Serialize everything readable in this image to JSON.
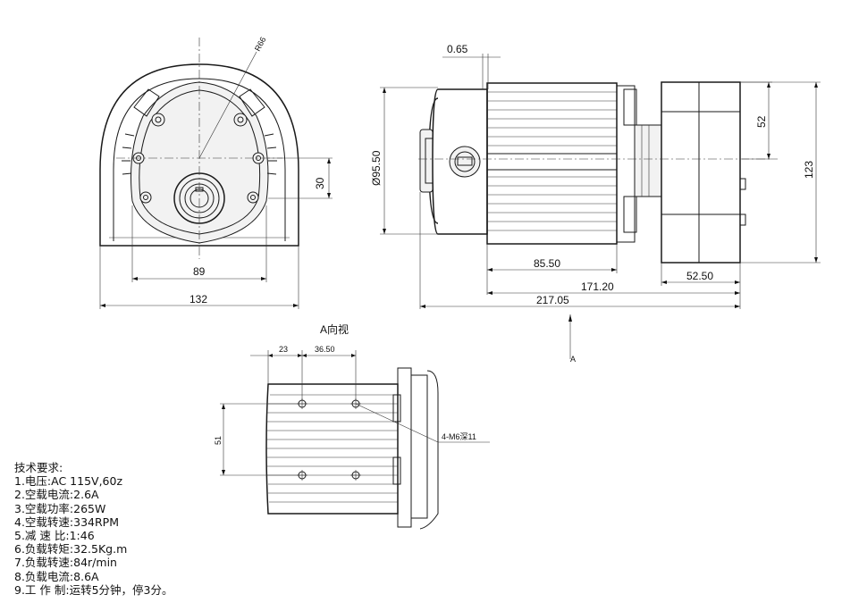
{
  "dimensions": {
    "radius": "R66",
    "front_inner_width": "89",
    "front_total_width": "132",
    "front_shaft_height": "30",
    "flange_offset": "0.65",
    "diameter": "Ø95.50",
    "motor_length": "85.50",
    "length_to_gearbox": "171.20",
    "total_length": "217.05",
    "gearbox_length": "52.50",
    "gearbox_upper_height": "52",
    "total_height": "123",
    "bottom_hole_spacing_a": "23",
    "bottom_hole_spacing_b": "36.50",
    "bottom_hole_vertical": "51",
    "thread_callout": "4-M6深11"
  },
  "view_labels": {
    "view_a_title": "A向视",
    "view_a_marker": "A"
  },
  "technical_requirements": {
    "title": "技术要求:",
    "items": [
      "1.电压:AC 115V,60z",
      "2.空载电流:2.6A",
      "3.空载功率:265W",
      "4.空载转速:334RPM",
      "5.减 速 比:1:46",
      "6.负载转矩:32.5Kg.m",
      "7.负载转速:84r/min",
      "8.负载电流:8.6A",
      "9.工 作 制:运转5分钟，停3分。"
    ]
  }
}
